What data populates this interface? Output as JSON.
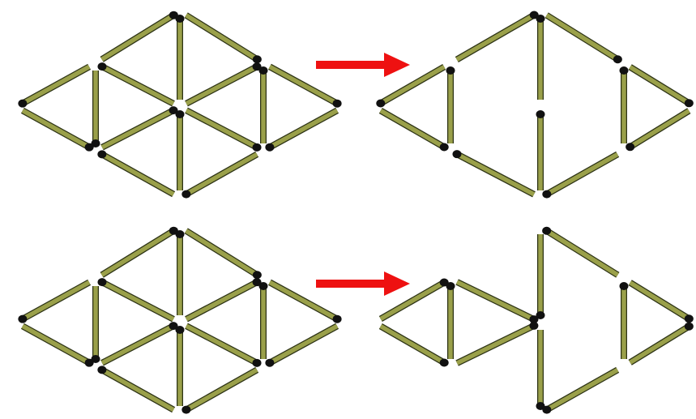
{
  "colors": {
    "background": "#ffffff",
    "stick_fill": "#9aa04a",
    "stick_outline": "#2d3316",
    "match_head": "#111111",
    "arrow": "#ee1111"
  },
  "puzzles": [
    {
      "id": "top",
      "before": {
        "removed_sticks": 0
      },
      "after": {
        "removed_sticks": 4
      }
    },
    {
      "id": "bottom",
      "before": {
        "removed_sticks": 0
      },
      "after": {
        "removed_sticks": 4
      }
    }
  ],
  "arrows": [
    {
      "icon": "right-arrow-icon"
    },
    {
      "icon": "right-arrow-icon"
    }
  ]
}
